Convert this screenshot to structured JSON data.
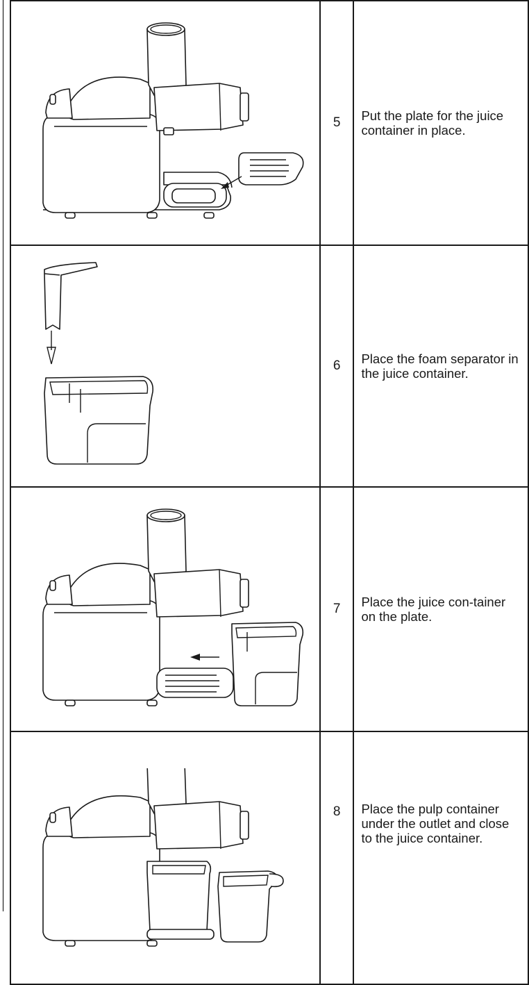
{
  "steps": [
    {
      "number": "5",
      "text": "Put the plate for the juice container in place.",
      "illustration": "juicer-plate-illustration"
    },
    {
      "number": "6",
      "text": "Place the foam separator in the juice container.",
      "illustration": "foam-separator-illustration"
    },
    {
      "number": "7",
      "text": "Place the juice con-tainer on the plate.",
      "illustration": "juice-container-illustration"
    },
    {
      "number": "8",
      "text": "Place the pulp container under the outlet and close to the juice container.",
      "illustration": "pulp-container-illustration"
    }
  ]
}
